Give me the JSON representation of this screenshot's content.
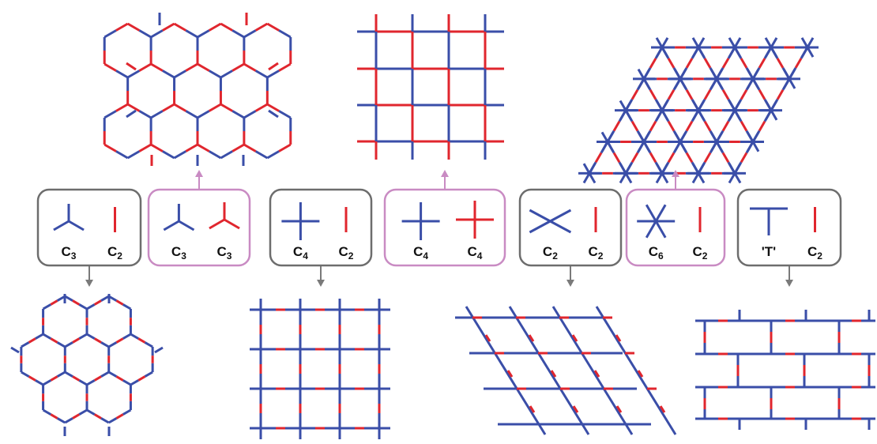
{
  "colors": {
    "blue": "#3a4ea8",
    "red": "#e0262e",
    "gray_box": "#6d6d6d",
    "pink_box": "#c98bc3"
  },
  "boxes": [
    {
      "kind": "gray",
      "arrow": "down",
      "left": {
        "sym": "C",
        "sub": "3",
        "icon": "tri-blue"
      },
      "right": {
        "sym": "C",
        "sub": "2",
        "icon": "linker-red"
      }
    },
    {
      "kind": "pink",
      "arrow": "up",
      "left": {
        "sym": "C",
        "sub": "3",
        "icon": "tri-blue"
      },
      "right": {
        "sym": "C",
        "sub": "3",
        "icon": "tri-red"
      }
    },
    {
      "kind": "gray",
      "arrow": "down",
      "left": {
        "sym": "C",
        "sub": "4",
        "icon": "cross-blue"
      },
      "right": {
        "sym": "C",
        "sub": "2",
        "icon": "linker-red"
      }
    },
    {
      "kind": "pink",
      "arrow": "up",
      "left": {
        "sym": "C",
        "sub": "4",
        "icon": "cross-blue"
      },
      "right": {
        "sym": "C",
        "sub": "4",
        "icon": "cross-red"
      }
    },
    {
      "kind": "gray",
      "arrow": "down",
      "left": {
        "sym": "C",
        "sub": "2",
        "icon": "x-blue"
      },
      "right": {
        "sym": "C",
        "sub": "2",
        "icon": "linker-red"
      }
    },
    {
      "kind": "pink",
      "arrow": "up",
      "left": {
        "sym": "C",
        "sub": "6",
        "icon": "star-blue"
      },
      "right": {
        "sym": "C",
        "sub": "2",
        "icon": "linker-red"
      }
    },
    {
      "kind": "gray",
      "arrow": "down",
      "left": {
        "sym": "'T'",
        "sub": "",
        "icon": "t-blue"
      },
      "right": {
        "sym": "C",
        "sub": "2",
        "icon": "linker-red"
      }
    }
  ],
  "lattices": {
    "top": [
      "honeycomb-alternating",
      "square-alternating",
      "kagome-triangular"
    ],
    "bottom": [
      "honeycomb-linked",
      "square-linked",
      "rhombic-linked",
      "brick-linked"
    ]
  }
}
